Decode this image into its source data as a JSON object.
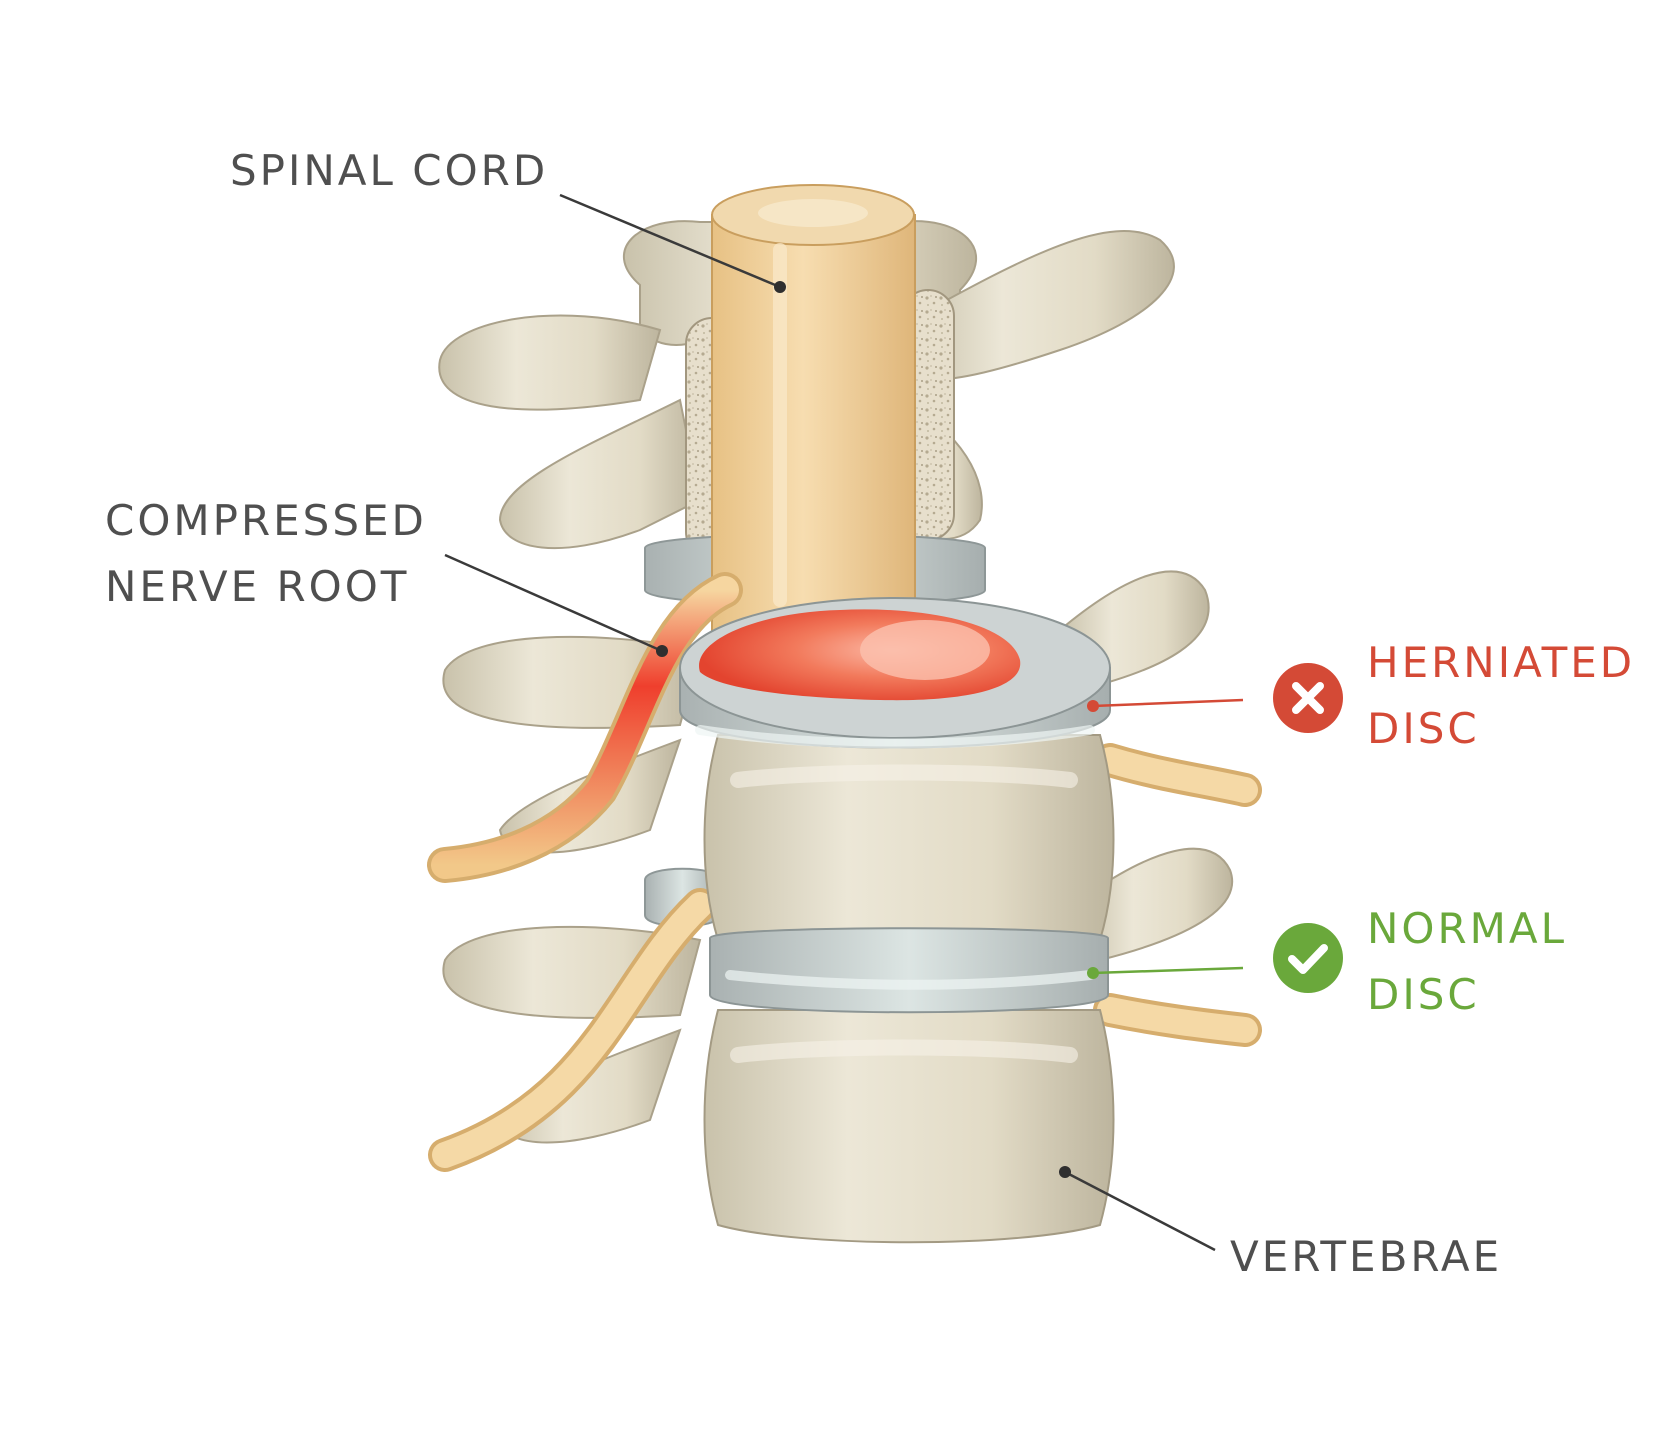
{
  "labels": {
    "spinal_cord": "SPINAL CORD",
    "compressed_line1": "COMPRESSED",
    "compressed_line2": "NERVE ROOT",
    "herniated_line1": "HERNIATED",
    "herniated_line2": "DISC",
    "normal_line1": "NORMAL",
    "normal_line2": "DISC",
    "vertebrae": "VERTEBRAE"
  },
  "icons": {
    "herniated": "x-circle-icon",
    "normal": "check-circle-icon"
  },
  "colors": {
    "label_text": "#4f4f4f",
    "herniated": "#d44a36",
    "normal": "#6aa83b",
    "bone": "#e3dcc8",
    "bone_shadow": "#b9b19a",
    "cord": "#efcf98",
    "disc": "#c5cbcb",
    "inflammation": "#ef5b3b"
  }
}
